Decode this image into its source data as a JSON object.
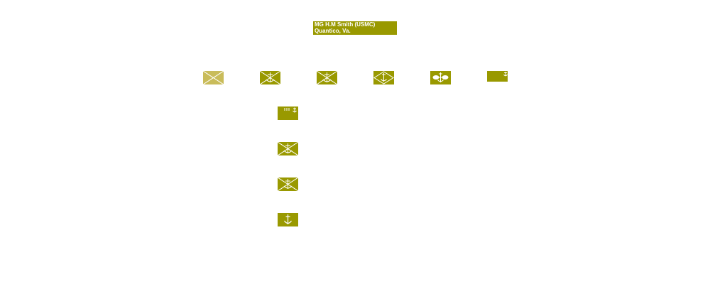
{
  "hq": {
    "line1": "MG  H.M Smith (USMC)",
    "line2": "Quantico, Va."
  },
  "colors": {
    "unit_fill": "#999900",
    "unit_fill_light": "#c9bc5a",
    "symbol_line": "#ffffff"
  },
  "units": [
    {
      "name": "infantry",
      "icon": "infantry-cross-icon"
    },
    {
      "name": "amphibious-infantry",
      "icon": "anchor-infantry-icon"
    },
    {
      "name": "amphibious-infantry",
      "icon": "anchor-infantry-icon"
    },
    {
      "name": "amphibious-unit",
      "icon": "anchor-diamond-icon"
    },
    {
      "name": "amphibious-signal",
      "icon": "anchor-signal-icon"
    },
    {
      "name": "amphibious-corps-unit",
      "icon": "anchor-icon"
    }
  ],
  "subunits": [
    {
      "name": "amphibious-regiment",
      "icon": "anchor-regiment-icon",
      "echelon": "III"
    },
    {
      "name": "amphibious-infantry",
      "icon": "anchor-infantry-icon"
    },
    {
      "name": "amphibious-infantry",
      "icon": "anchor-infantry-icon"
    },
    {
      "name": "amphibious-unit",
      "icon": "anchor-icon"
    }
  ]
}
